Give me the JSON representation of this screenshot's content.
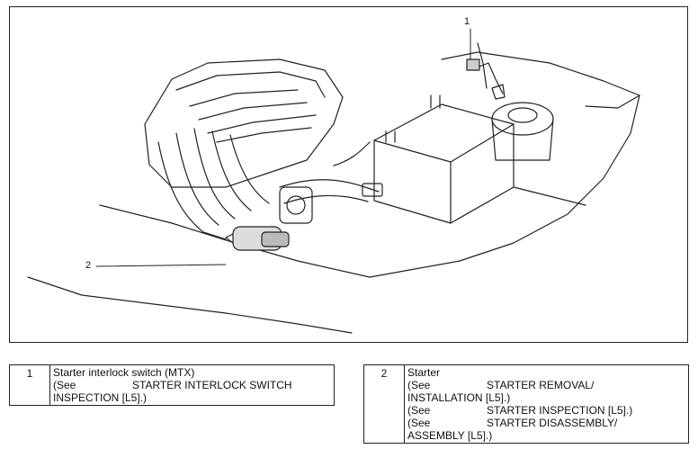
{
  "callouts": {
    "c1": "1",
    "c2": "2"
  },
  "legend": [
    {
      "number": "1",
      "name": "Starter interlock switch (MTX)",
      "refs": [
        {
          "see": "(See",
          "text": "STARTER INTERLOCK SWITCH",
          "cont": "INSPECTION [L5].)"
        }
      ]
    },
    {
      "number": "2",
      "name": "Starter",
      "refs": [
        {
          "see": "(See",
          "text": "STARTER REMOVAL/",
          "cont": "INSTALLATION [L5].)"
        },
        {
          "see": "(See",
          "text": "STARTER INSPECTION [L5].)",
          "cont": ""
        },
        {
          "see": "(See",
          "text": "STARTER DISASSEMBLY/",
          "cont": "ASSEMBLY [L5].)"
        }
      ]
    }
  ]
}
